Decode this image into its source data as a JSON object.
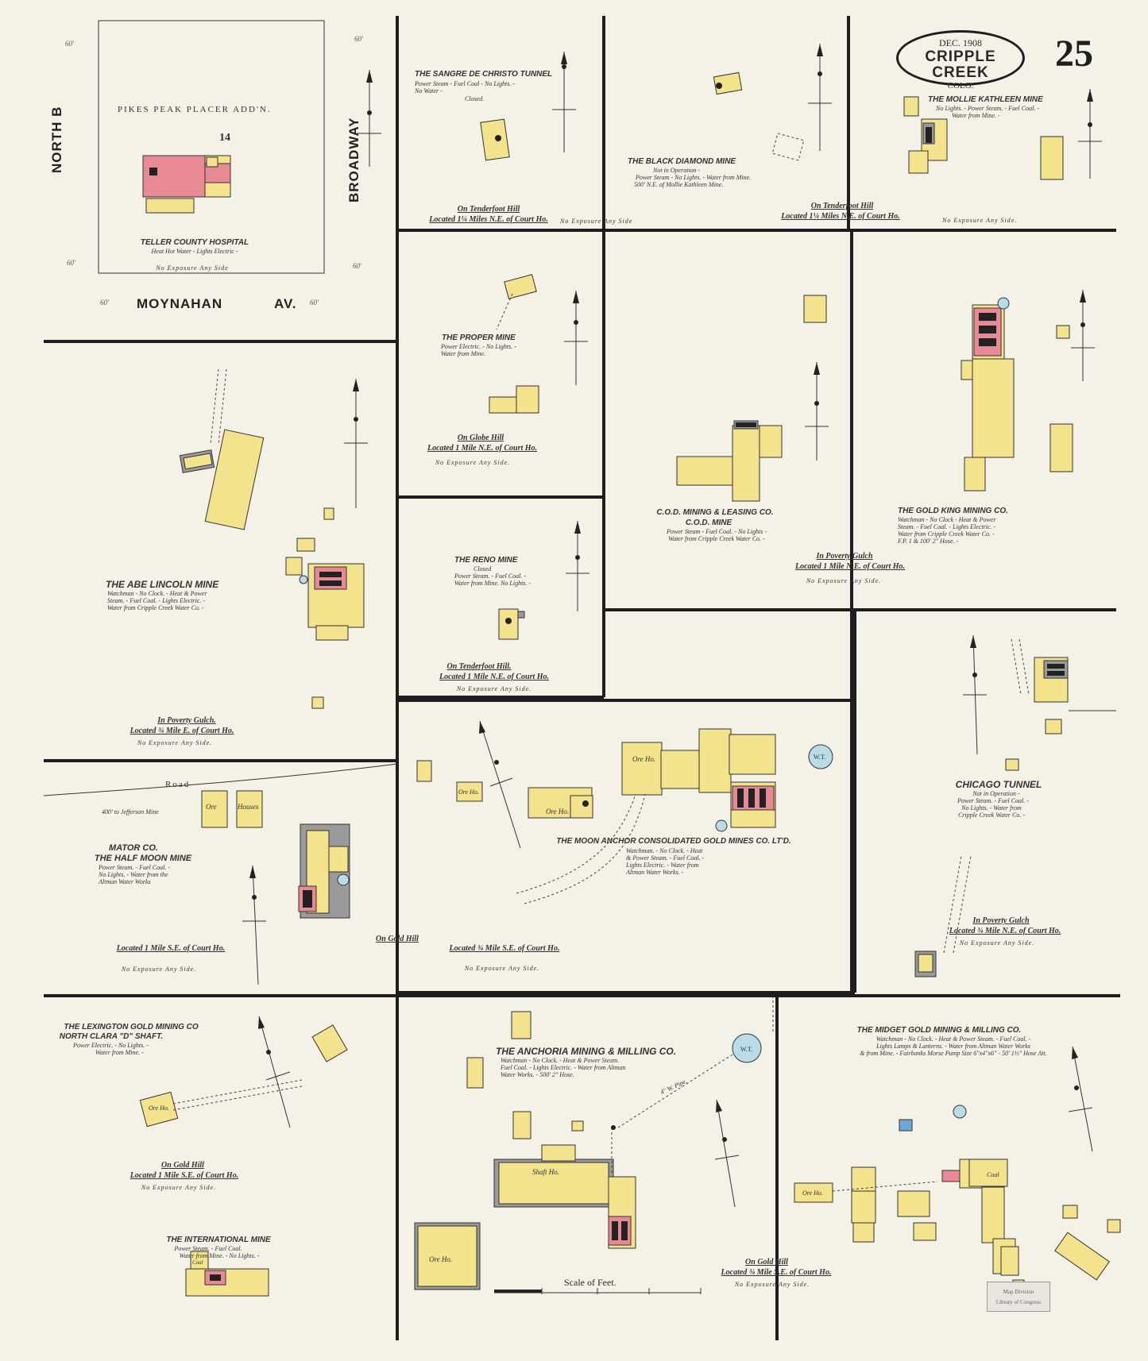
{
  "header": {
    "date": "DEC. 1908",
    "city": "CRIPPLE CREEK",
    "state": "COLO.",
    "sheet_number": "25"
  },
  "streets": {
    "north_b": "NORTH B",
    "broadway": "BROADWAY",
    "moynahan": "MOYNAHAN",
    "moynahan_suffix": "AV.",
    "width_60": "60'"
  },
  "hospital": {
    "addition": "PIKES PEAK PLACER ADD'N.",
    "block": "14",
    "title": "Teller County Hospital",
    "desc": "Heat Hot Water - Lights Electric -",
    "noexp": "No Exposure Any Side"
  },
  "sangre": {
    "title": "The Sangre De Christo Tunnel",
    "desc1": "Power Steam - Fuel Coal - No Lights. -",
    "desc2": "No Water -",
    "desc3": "Closed.",
    "loc1": "On Tenderfoot Hill",
    "loc2": "Located 1¼ Miles N.E. of Court Ho.",
    "noexp": "No Exposure Any Side"
  },
  "black_diamond": {
    "title": "The Black Diamond Mine",
    "desc1": "Not in Operation -",
    "desc2": "Power Steam - No Lights. - Water from Mine.",
    "desc3": "500' N.E. of Mollie Kathleen Mine."
  },
  "mollie": {
    "title": "The Mollie Kathleen Mine",
    "desc1": "No Lights. - Power Steam. - Fuel Coal. -",
    "desc2": "Water from Mine. -",
    "loc1": "On Tenderfoot Hill",
    "loc2": "Located 1¼ Miles N.E. of Court Ho.",
    "noexp": "No Exposure Any Side."
  },
  "proper": {
    "title": "The Proper Mine",
    "desc1": "Power Electric. - No Lights. -",
    "desc2": "Water from Mine.",
    "loc1": "On Globe Hill",
    "loc2": "Located 1 Mile N.E. of Court Ho.",
    "noexp": "No Exposure Any Side."
  },
  "reno": {
    "title": "The Reno Mine",
    "desc1": "Closed",
    "desc2": "Power Steam. - Fuel Coal. -",
    "desc3": "Water from Mine. No Lights. -",
    "loc1": "On Tenderfoot Hill.",
    "loc2": "Located 1 Mile N.E. of Court Ho.",
    "noexp": "No Exposure Any Side."
  },
  "cod": {
    "title1": "C.O.D. Mining & Leasing Co.",
    "title2": "C.O.D. Mine",
    "desc1": "Power Steam - Fuel Coal. - No Lights -",
    "desc2": "Water from Cripple Creek Water Co. -",
    "loc1": "In Poverty Gulch",
    "loc2": "Located 1 Mile N.E. of Court Ho.",
    "noexp": "No Exposure Any Side."
  },
  "gold_king": {
    "title": "The Gold King Mining Co.",
    "desc1": "Watchman - No Clock - Heat & Power",
    "desc2": "Steam. - Fuel Coal. - Lights Electric. -",
    "desc3": "Water from Cripple Creek Water Co. -",
    "desc4": "F.P. 1 & 100' 2\" Hose. -"
  },
  "abe": {
    "title": "The Abe Lincoln Mine",
    "desc1": "Watchman - No Clock. - Heat & Power",
    "desc2": "Steam. - Fuel Coal. - Lights Electric. -",
    "desc3": "Water from Cripple Creek Water Co. -",
    "loc1": "In Poverty Gulch.",
    "loc2": "Located ¾ Mile E. of Court Ho.",
    "noexp": "No Exposure Any Side."
  },
  "chicago": {
    "title": "Chicago Tunnel",
    "desc1": "Not in Operation -",
    "desc2": "Power Steam. - Fuel Coal. -",
    "desc3": "No Lights. - Water from",
    "desc4": "Cripple Creek Water Co. -",
    "loc1": "In Poverty Gulch",
    "loc2": "Located ¾ Mile N.E. of Court Ho.",
    "noexp": "No Exposure Any Side."
  },
  "half_moon": {
    "road": "Road",
    "jefferson": "400' to Jefferson Mine",
    "title1": "Mator Co.",
    "title2": "The Half Moon Mine",
    "desc1": "Power Steam. - Fuel Coal. -",
    "desc2": "No Lights. - Water from the",
    "desc3": "Altman Water Works",
    "loc": "Located 1 Mile S.E. of Court Ho.",
    "noexp": "No Exposure Any Side."
  },
  "moon_anchor": {
    "on_gold_hill": "On Gold Hill",
    "title": "The Moon Anchor Consolidated Gold Mines Co. Lt'd.",
    "desc1": "Watchman. - No Clock. - Heat",
    "desc2": "& Power Steam. - Fuel Coal. -",
    "desc3": "Lights Electric. - Water from",
    "desc4": "Altman Water Works. -",
    "loc": "Located ¾ Mile S.E. of Court Ho.",
    "noexp": "No Exposure Any Side."
  },
  "lexington": {
    "title1": "The Lexington Gold Mining Co",
    "title2": "North Clara \"D\" Shaft.",
    "desc1": "Power Electric. - No Lights. -",
    "desc2": "Water from Mine. -",
    "loc1": "On Gold Hill",
    "loc2": "Located 1 Mile S.E. of Court Ho.",
    "noexp": "No Exposure Any Side."
  },
  "international": {
    "title": "The International Mine",
    "desc1": "Power Steam. - Fuel Coal.",
    "desc2": "Water from Mine. - No Lights. -"
  },
  "anchoria": {
    "title": "The Anchoria Mining & Milling Co.",
    "desc1": "Watchman - No Clock. - Heat & Power Steam.",
    "desc2": "Fuel Coal. - Lights Electric. - Water from Altman",
    "desc3": "Water Works. - 500' 2\" Hose.",
    "pipe": "4\" W. Pipe.",
    "scale": "Scale of Feet."
  },
  "midget": {
    "title": "The Midget Gold Mining & Milling Co.",
    "desc1": "Watchman - No Clock. - Heat & Power Steam. - Fuel Coal. -",
    "desc2": "Lights Lamps & Lanterns. - Water from Altman Water Works",
    "desc3": "& from Mine. - Fairbanks Morse Pump Size 6\"x4\"x6\" - 50' 1½\" Hose Att.",
    "loc1": "On Gold Hill",
    "loc2": "Located ¾ Mile S.E. of Court Ho.",
    "noexp": "No Exposure Any Side."
  },
  "labels": {
    "ore_ho": "Ore Ho.",
    "ore": "Ore",
    "houses": "Houses",
    "shaft_ho": "Shaft Ho.",
    "coal": "Coal",
    "wt": "W.T."
  },
  "stamp": {
    "line1": "Map Division",
    "line2": "Library of Congress"
  },
  "colors": {
    "paper": "#f4f1e6",
    "frame": "#1e1e1e",
    "frame_building": "#f2e38c",
    "brick_building": "#e88a96",
    "iron_building": "#9a9a9a",
    "water_tank": "#b9dde8"
  },
  "icons": [
    "north-arrow-icon",
    "water-tank-icon"
  ]
}
